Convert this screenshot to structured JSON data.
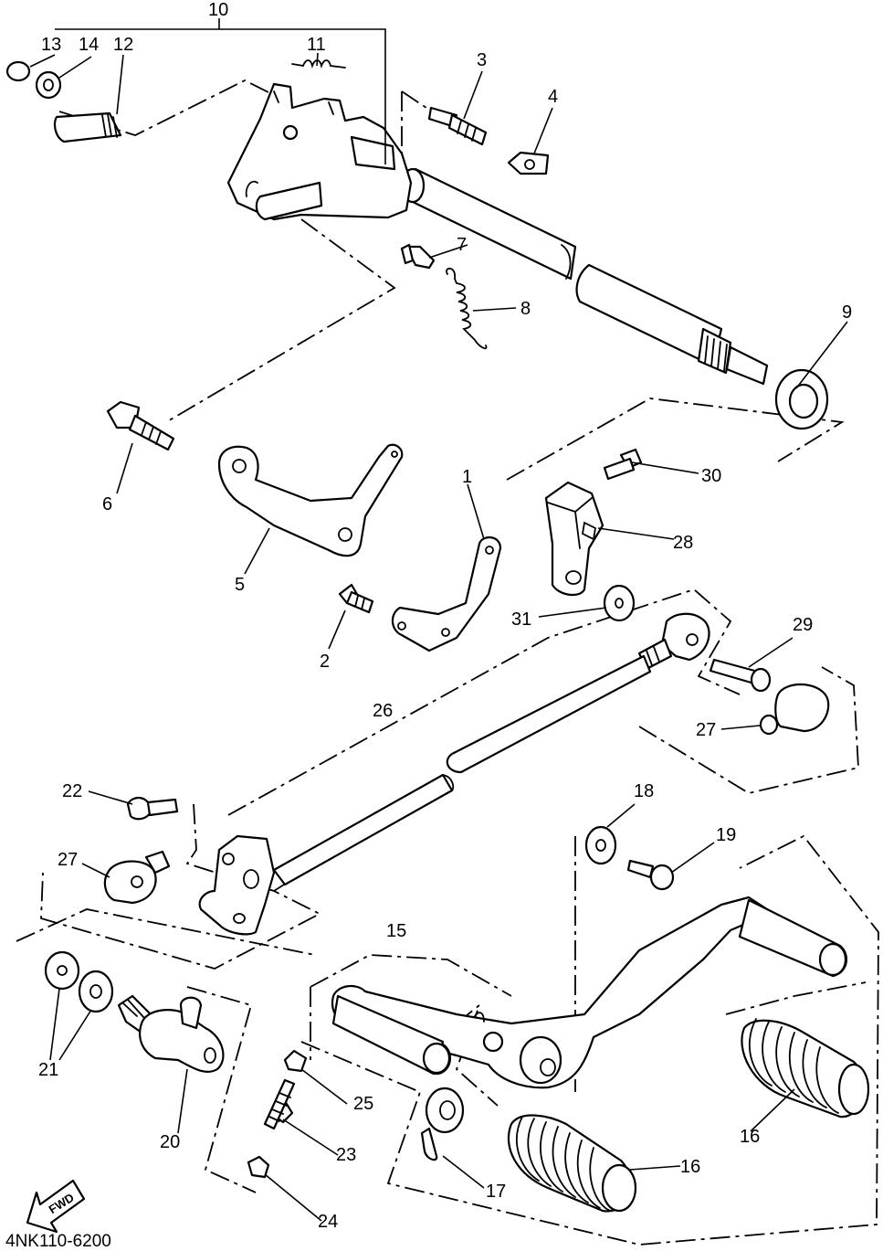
{
  "diagram_code": "4NK110-6200",
  "fwd_label": "FWD",
  "callouts": {
    "c1": "1",
    "c2": "2",
    "c3": "3",
    "c4": "4",
    "c5": "5",
    "c6": "6",
    "c7": "7",
    "c8": "8",
    "c9": "9",
    "c10": "10",
    "c11": "11",
    "c12": "12",
    "c13": "13",
    "c14": "14",
    "c15": "15",
    "c16a": "16",
    "c16b": "16",
    "c17": "17",
    "c18": "18",
    "c19": "19",
    "c20": "20",
    "c21": "21",
    "c22": "22",
    "c23": "23",
    "c24": "24",
    "c25": "25",
    "c26": "26",
    "c27a": "27",
    "c27b": "27",
    "c28": "28",
    "c29": "29",
    "c30": "30",
    "c31": "31"
  }
}
